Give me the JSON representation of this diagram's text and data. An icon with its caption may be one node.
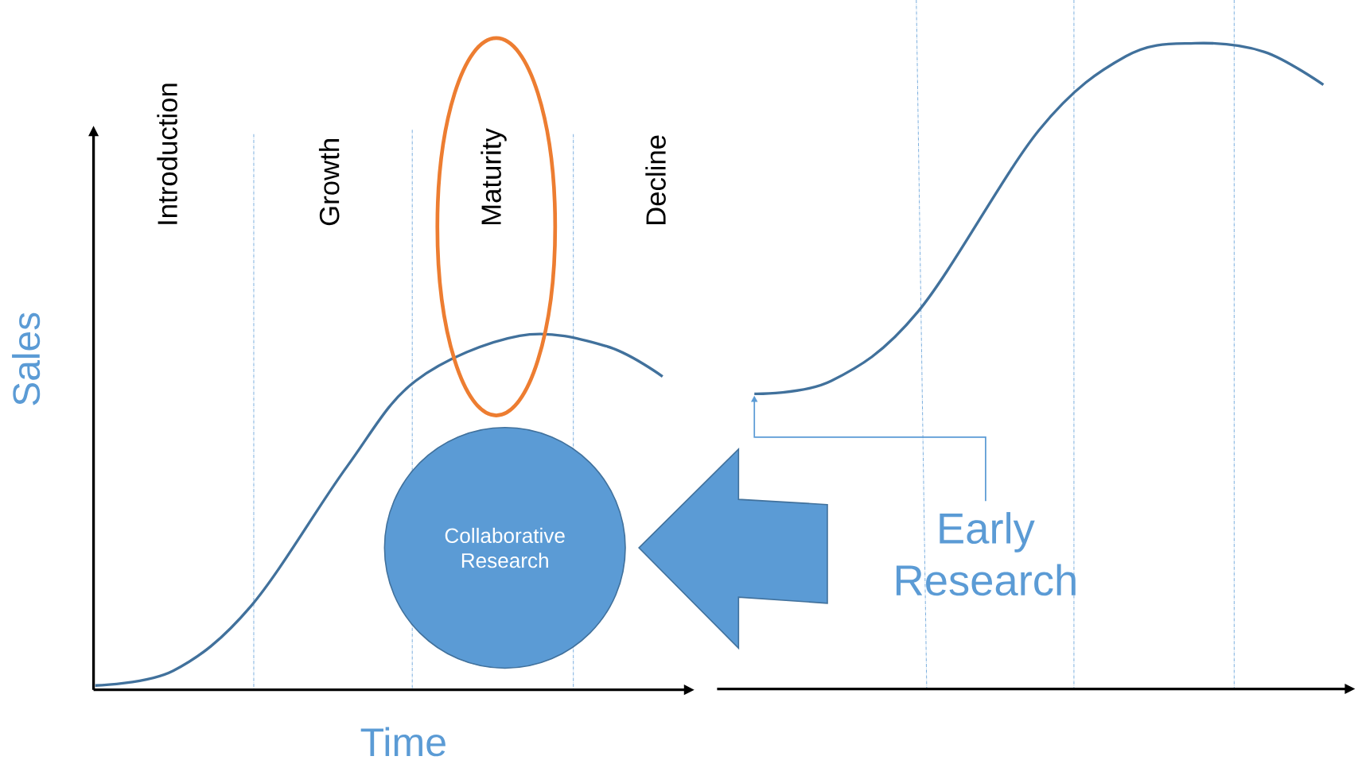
{
  "diagram": {
    "nodes": [
      {
        "text": [
          "Maturity"
        ]
      },
      {
        "text": [
          "Collaborative Research"
        ]
      },
      {
        "text": [
          "Early Research"
        ]
      }
    ],
    "edges": [
      {
        "from": 2,
        "to": 1,
        "arrow": "to",
        "style": "thick"
      },
      {
        "from": 2,
        "to": null,
        "arrow": "to"
      }
    ],
    "labels": [
      "Introduction",
      "Growth",
      "Decline",
      "Sales",
      "Time"
    ]
  }
}
